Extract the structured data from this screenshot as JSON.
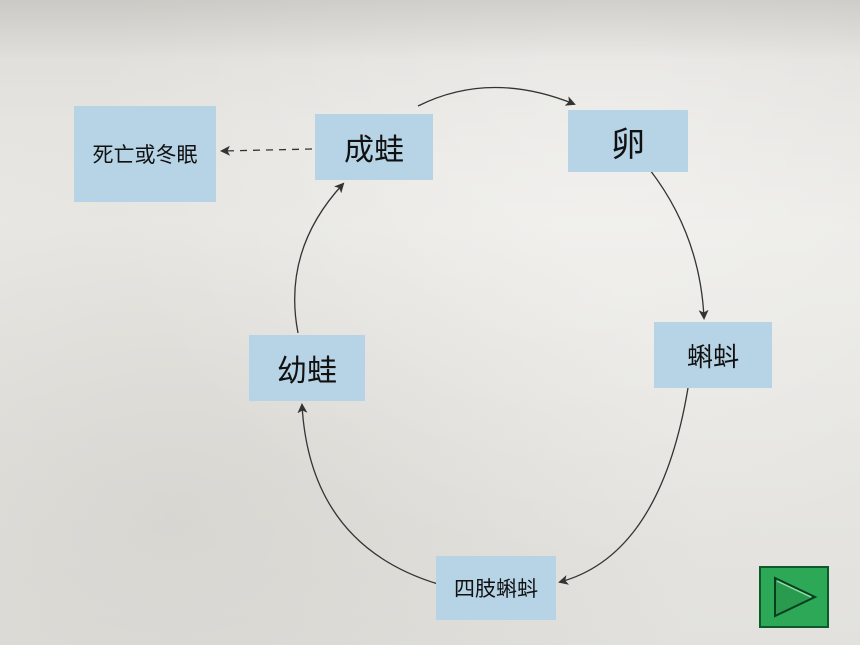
{
  "diagram": {
    "stages": {
      "adult_frog": "成蛙",
      "egg": "卵",
      "tadpole": "蝌蚪",
      "tadpole_with_legs": "四肢蝌蚪",
      "froglet": "幼蛙",
      "death_or_hibernation": "死亡或冬眠"
    },
    "colors": {
      "box": "#b7d4e6",
      "arrow": "#333333",
      "nav_button": "#2da856"
    }
  },
  "nav": {
    "next_icon": "play-triangle-icon"
  }
}
